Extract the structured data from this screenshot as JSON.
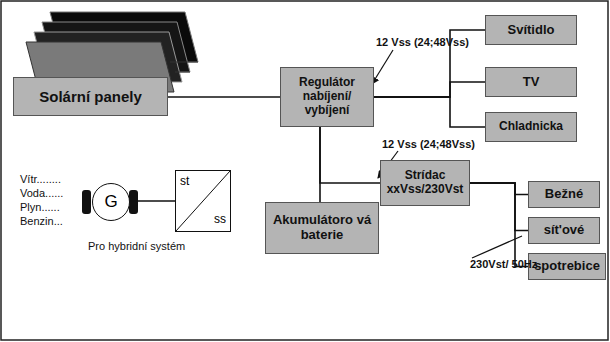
{
  "diagram": {
    "nodes": [
      {
        "text": [
          "Solární panely"
        ]
      },
      {
        "text": [
          "Regulátor nabíjení/ vybíjení"
        ]
      },
      {
        "text": [
          "Svítidlo"
        ]
      },
      {
        "text": [
          "TV"
        ]
      },
      {
        "text": [
          "Chladnicka"
        ]
      },
      {
        "text": [
          "Strídac xxVss/230Vst"
        ]
      },
      {
        "text": [
          "Akumulátoro vá baterie"
        ]
      },
      {
        "text": [
          "Bežné"
        ]
      },
      {
        "text": [
          "sít'ové"
        ]
      },
      {
        "text": [
          "spotrebice"
        ]
      },
      {
        "text": [
          "G"
        ]
      },
      {
        "text": [
          "st",
          "ss"
        ]
      }
    ],
    "edges": [
      {
        "from": 0,
        "to": 1,
        "arrow": "none"
      },
      {
        "from": 1,
        "to": 2,
        "arrow": "none"
      },
      {
        "from": 1,
        "to": 3,
        "arrow": "none"
      },
      {
        "from": 1,
        "to": 4,
        "arrow": "none"
      },
      {
        "from": 1,
        "to": 6,
        "arrow": "none"
      },
      {
        "from": 1,
        "to": 5,
        "arrow": "none"
      },
      {
        "from": 5,
        "to": 7,
        "arrow": "none"
      },
      {
        "from": 5,
        "to": 8,
        "arrow": "none"
      },
      {
        "from": 5,
        "to": 9,
        "arrow": "none"
      },
      {
        "from": 10,
        "to": 11,
        "arrow": "none"
      }
    ],
    "labels": [
      "12 Vss (24;48Vss)",
      "12 Vss (24;48Vss)",
      "Vítr........",
      "Voda......",
      "Plyn......",
      "Benzin...",
      "Pro hybridní systém",
      "230Vst/ 50Hz"
    ]
  }
}
